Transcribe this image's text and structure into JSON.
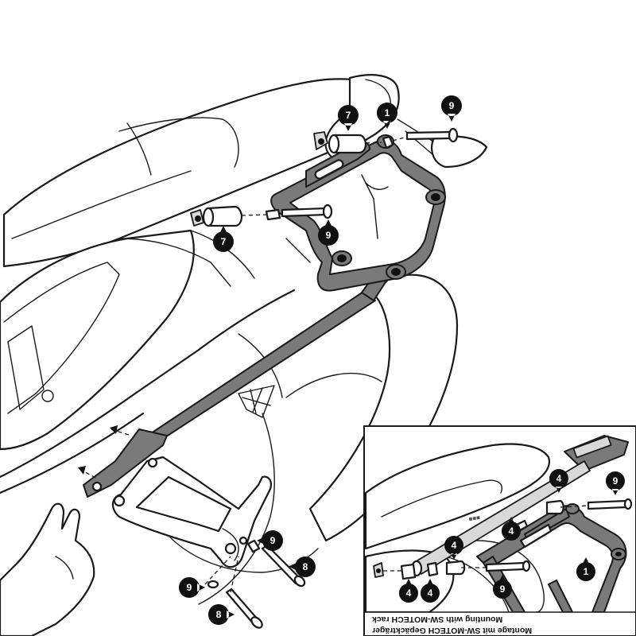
{
  "main_callouts": [
    {
      "id": "c9-top",
      "label": "9"
    },
    {
      "id": "c1-top",
      "label": "1"
    },
    {
      "id": "c7-top",
      "label": "7"
    },
    {
      "id": "c9-mid",
      "label": "9"
    },
    {
      "id": "c7-left",
      "label": "7"
    },
    {
      "id": "c9-foot",
      "label": "9"
    },
    {
      "id": "c8-foot",
      "label": "8"
    },
    {
      "id": "c9-bottom",
      "label": "9"
    },
    {
      "id": "c8-bottom",
      "label": "8"
    }
  ],
  "inset": {
    "callouts": [
      {
        "id": "i9-right",
        "label": "9"
      },
      {
        "id": "i4-top",
        "label": "4"
      },
      {
        "id": "i4-mid",
        "label": "4"
      },
      {
        "id": "i4-center",
        "label": "4"
      },
      {
        "id": "i1-right",
        "label": "1"
      },
      {
        "id": "i9-low",
        "label": "9"
      },
      {
        "id": "i4-bl1",
        "label": "4"
      },
      {
        "id": "i4-bl2",
        "label": "4"
      }
    ],
    "caption_line1": "Montage mit SW-MOTECH Gepäckträger",
    "caption_line2": "Mounting with SW-MOTECH rack"
  },
  "colors": {
    "line": "#1a1a1a",
    "rack": "#7a7a7a",
    "callout": "#111111",
    "background": "#ffffff"
  }
}
